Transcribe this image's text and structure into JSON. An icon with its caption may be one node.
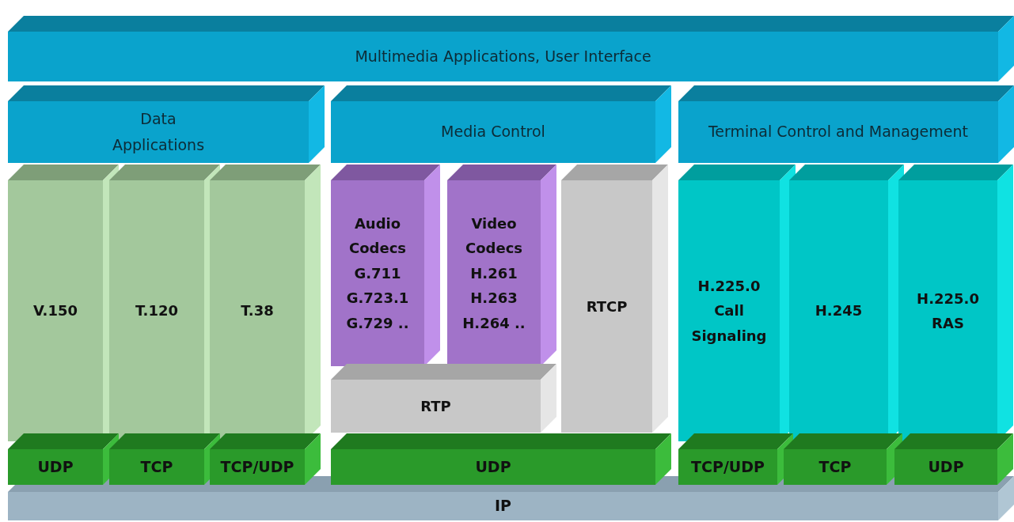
{
  "diagram": {
    "nodes": [
      {
        "text": [
          "Multimedia Applications, User Interface"
        ]
      },
      {
        "text": [
          "Data Applications"
        ]
      },
      {
        "text": [
          "Media Control"
        ]
      },
      {
        "text": [
          "Terminal Control and Management"
        ]
      },
      {
        "text": [
          "V.150"
        ]
      },
      {
        "text": [
          "T.120"
        ]
      },
      {
        "text": [
          "T.38"
        ]
      },
      {
        "text": [
          "Audio Codecs G.711 G.723.1 G.729 .."
        ]
      },
      {
        "text": [
          "Video Codecs H.261 H.263 H.264 .."
        ]
      },
      {
        "text": [
          "RTCP"
        ]
      },
      {
        "text": [
          "RTP"
        ]
      },
      {
        "text": [
          "H.225.0 Call Signaling"
        ]
      },
      {
        "text": [
          "H.245"
        ]
      },
      {
        "text": [
          "H.225.0 RAS"
        ]
      },
      {
        "text": [
          "UDP"
        ]
      },
      {
        "text": [
          "TCP"
        ]
      },
      {
        "text": [
          "TCP/UDP"
        ]
      },
      {
        "text": [
          "UDP"
        ]
      },
      {
        "text": [
          "TCP/UDP"
        ]
      },
      {
        "text": [
          "TCP"
        ]
      },
      {
        "text": [
          "UDP"
        ]
      },
      {
        "text": [
          "IP"
        ]
      }
    ]
  }
}
